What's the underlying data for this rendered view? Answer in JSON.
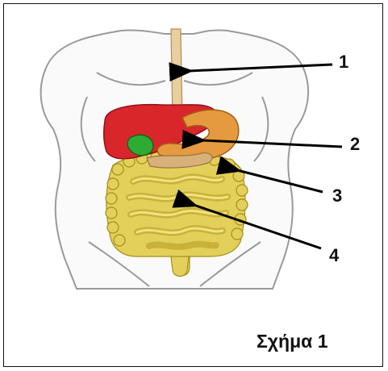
{
  "figure": {
    "callouts": [
      {
        "number": "1",
        "organ": "esophagus"
      },
      {
        "number": "2",
        "organ": "stomach"
      },
      {
        "number": "3",
        "organ": "large-intestine"
      },
      {
        "number": "4",
        "organ": "small-intestine"
      }
    ],
    "caption": "Σχήμα 1",
    "colors": {
      "outline": "#9a9a9a",
      "body_fill": "#fafafa",
      "liver": "#d9262b",
      "gallbladder": "#2faa32",
      "stomach": "#e59a3f",
      "pancreas": "#d8b07a",
      "intestine": "#e3d05a",
      "esophagus": "#e8cfa0",
      "arrow": "#000000"
    }
  }
}
